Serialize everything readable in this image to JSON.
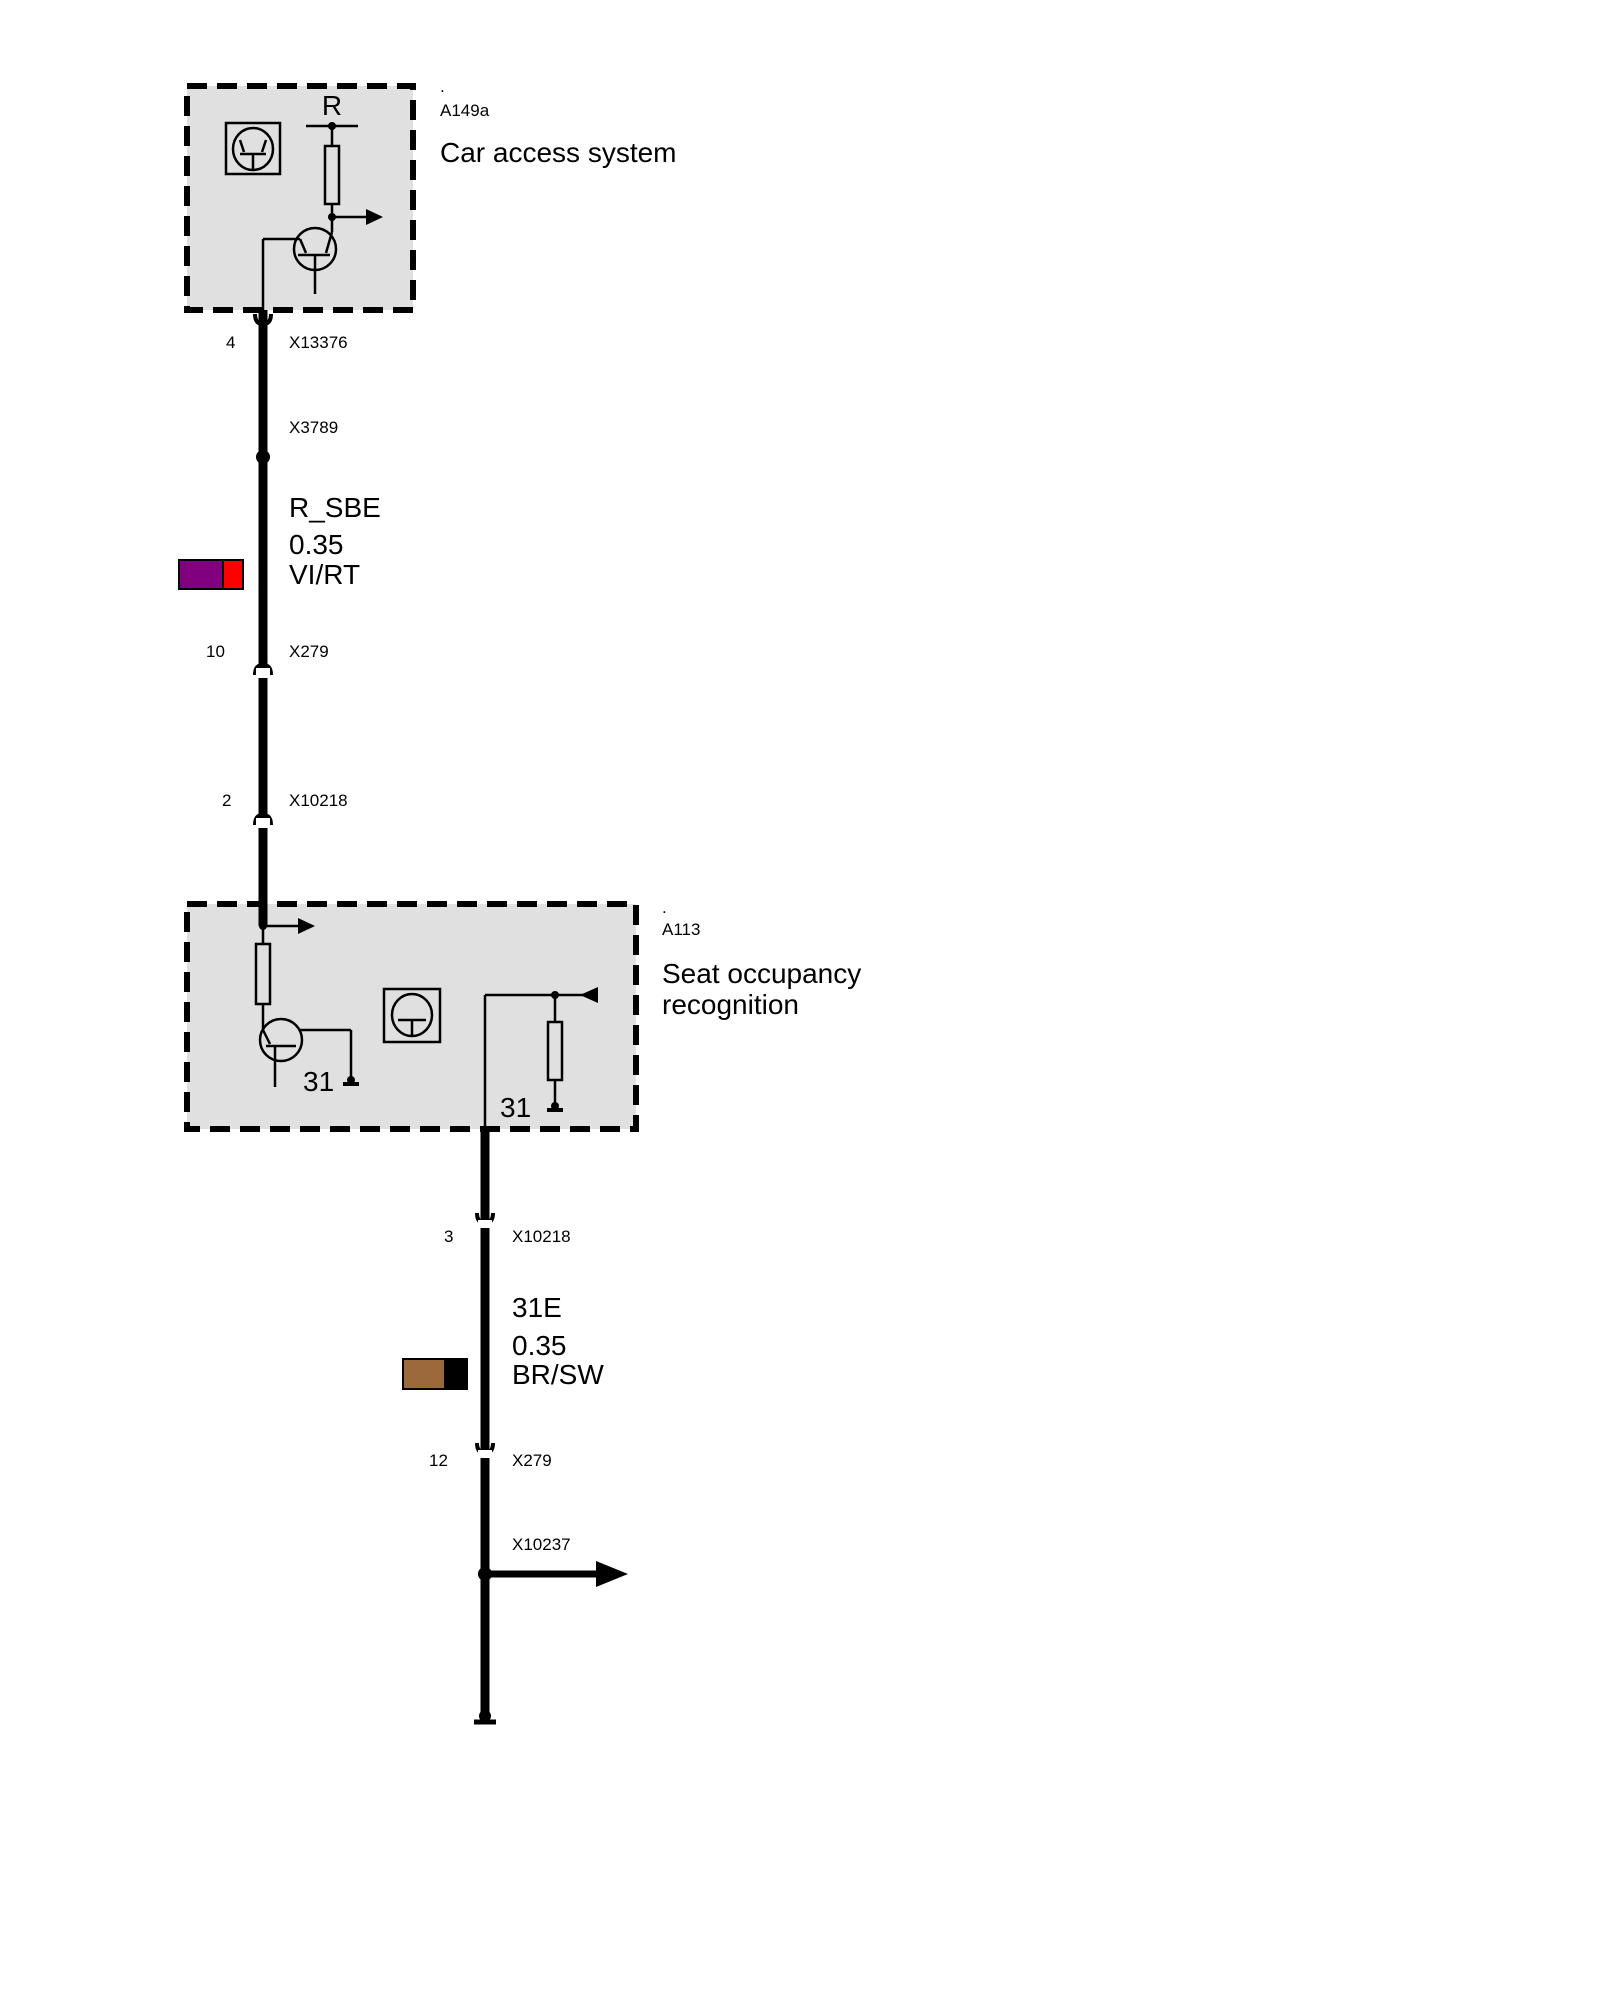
{
  "components": [
    {
      "dot": ".",
      "id": "A149a",
      "name": "Car access system",
      "pin_label": "R"
    },
    {
      "dot": ".",
      "id": "A113",
      "name_line1": "Seat occupancy",
      "name_line2": "recognition",
      "ground_label_1": "31",
      "ground_label_2": "31"
    }
  ],
  "wire1": {
    "connectors": [
      {
        "pin": "4",
        "name": "X13376"
      },
      {
        "pin": "",
        "name": "X3789"
      },
      {
        "pin": "10",
        "name": "X279"
      },
      {
        "pin": "2",
        "name": "X10218"
      }
    ],
    "signal": "R_SBE",
    "gauge": "0.35",
    "color_code": "VI/RT",
    "colors": [
      "#800080",
      "#ff0000"
    ]
  },
  "wire2": {
    "connectors": [
      {
        "pin": "3",
        "name": "X10218"
      },
      {
        "pin": "12",
        "name": "X279"
      },
      {
        "pin": "",
        "name": "X10237"
      }
    ],
    "signal": "31E",
    "gauge": "0.35",
    "color_code": "BR/SW",
    "colors": [
      "#9a6a3a",
      "#000000"
    ]
  }
}
